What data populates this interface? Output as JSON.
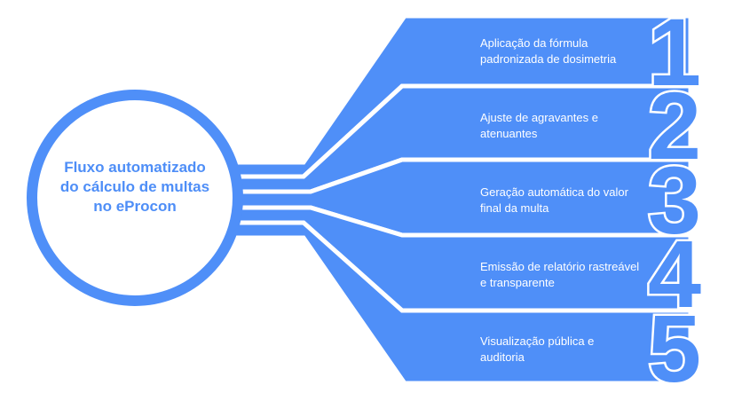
{
  "center": {
    "title": "Fluxo automatizado do cálculo de multas no eProcon"
  },
  "colors": {
    "band": "#4f8ff8",
    "circle_border": "#4f8ff8"
  },
  "steps": [
    {
      "number": "1",
      "label": "Aplicação da fórmula padronizada de dosimetria"
    },
    {
      "number": "2",
      "label": "Ajuste de agravantes e atenuantes"
    },
    {
      "number": "3",
      "label": "Geração automática do valor final da multa"
    },
    {
      "number": "4",
      "label": "Emissão de relatório rastreável e transparente"
    },
    {
      "number": "5",
      "label": "Visualização pública e auditoria"
    }
  ]
}
